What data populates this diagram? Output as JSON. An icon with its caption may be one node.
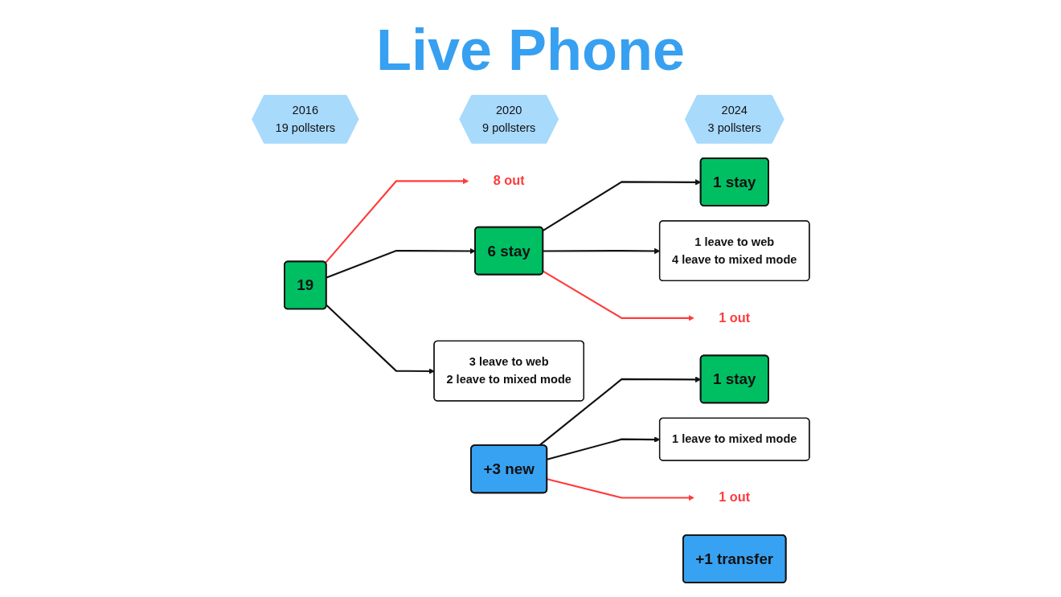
{
  "diagram": {
    "title": "Live Phone",
    "nodes": [
      {
        "text": [
          "2016",
          "19 pollsters"
        ]
      },
      {
        "text": [
          "2020",
          "9 pollsters"
        ]
      },
      {
        "text": [
          "2024",
          "3 pollsters"
        ]
      },
      {
        "text": [
          "19"
        ]
      },
      {
        "text": [
          "8 out"
        ]
      },
      {
        "text": [
          "6 stay"
        ]
      },
      {
        "text": [
          "1 out"
        ]
      },
      {
        "text": [
          "3 leave to web 2 leave to mixed mode"
        ]
      },
      {
        "text": [
          "+3 new"
        ]
      },
      {
        "text": [
          "1 out"
        ]
      },
      {
        "text": [
          "1 stay"
        ]
      },
      {
        "text": [
          "1 leave to web 4 leave to mixed mode"
        ]
      },
      {
        "text": [
          "1 stay"
        ]
      },
      {
        "text": [
          "1 leave to mixed mode"
        ]
      },
      {
        "text": [
          "+1 transfer"
        ]
      }
    ],
    "edges": [
      {
        "from": 3,
        "to": 5,
        "arrow": "to"
      },
      {
        "from": 3,
        "to": 7,
        "arrow": "to"
      },
      {
        "from": 3,
        "to": 4,
        "arrow": "to",
        "color": "#ff3b3b"
      },
      {
        "from": 5,
        "to": 10,
        "arrow": "to"
      },
      {
        "from": 5,
        "to": 11,
        "arrow": "to"
      },
      {
        "from": 5,
        "to": 6,
        "arrow": "to",
        "color": "#ff3b3b"
      },
      {
        "from": 8,
        "to": 12,
        "arrow": "to"
      },
      {
        "from": 8,
        "to": 13,
        "arrow": "to"
      },
      {
        "from": 8,
        "to": 9,
        "arrow": "to",
        "color": "#ff3b3b"
      }
    ]
  }
}
